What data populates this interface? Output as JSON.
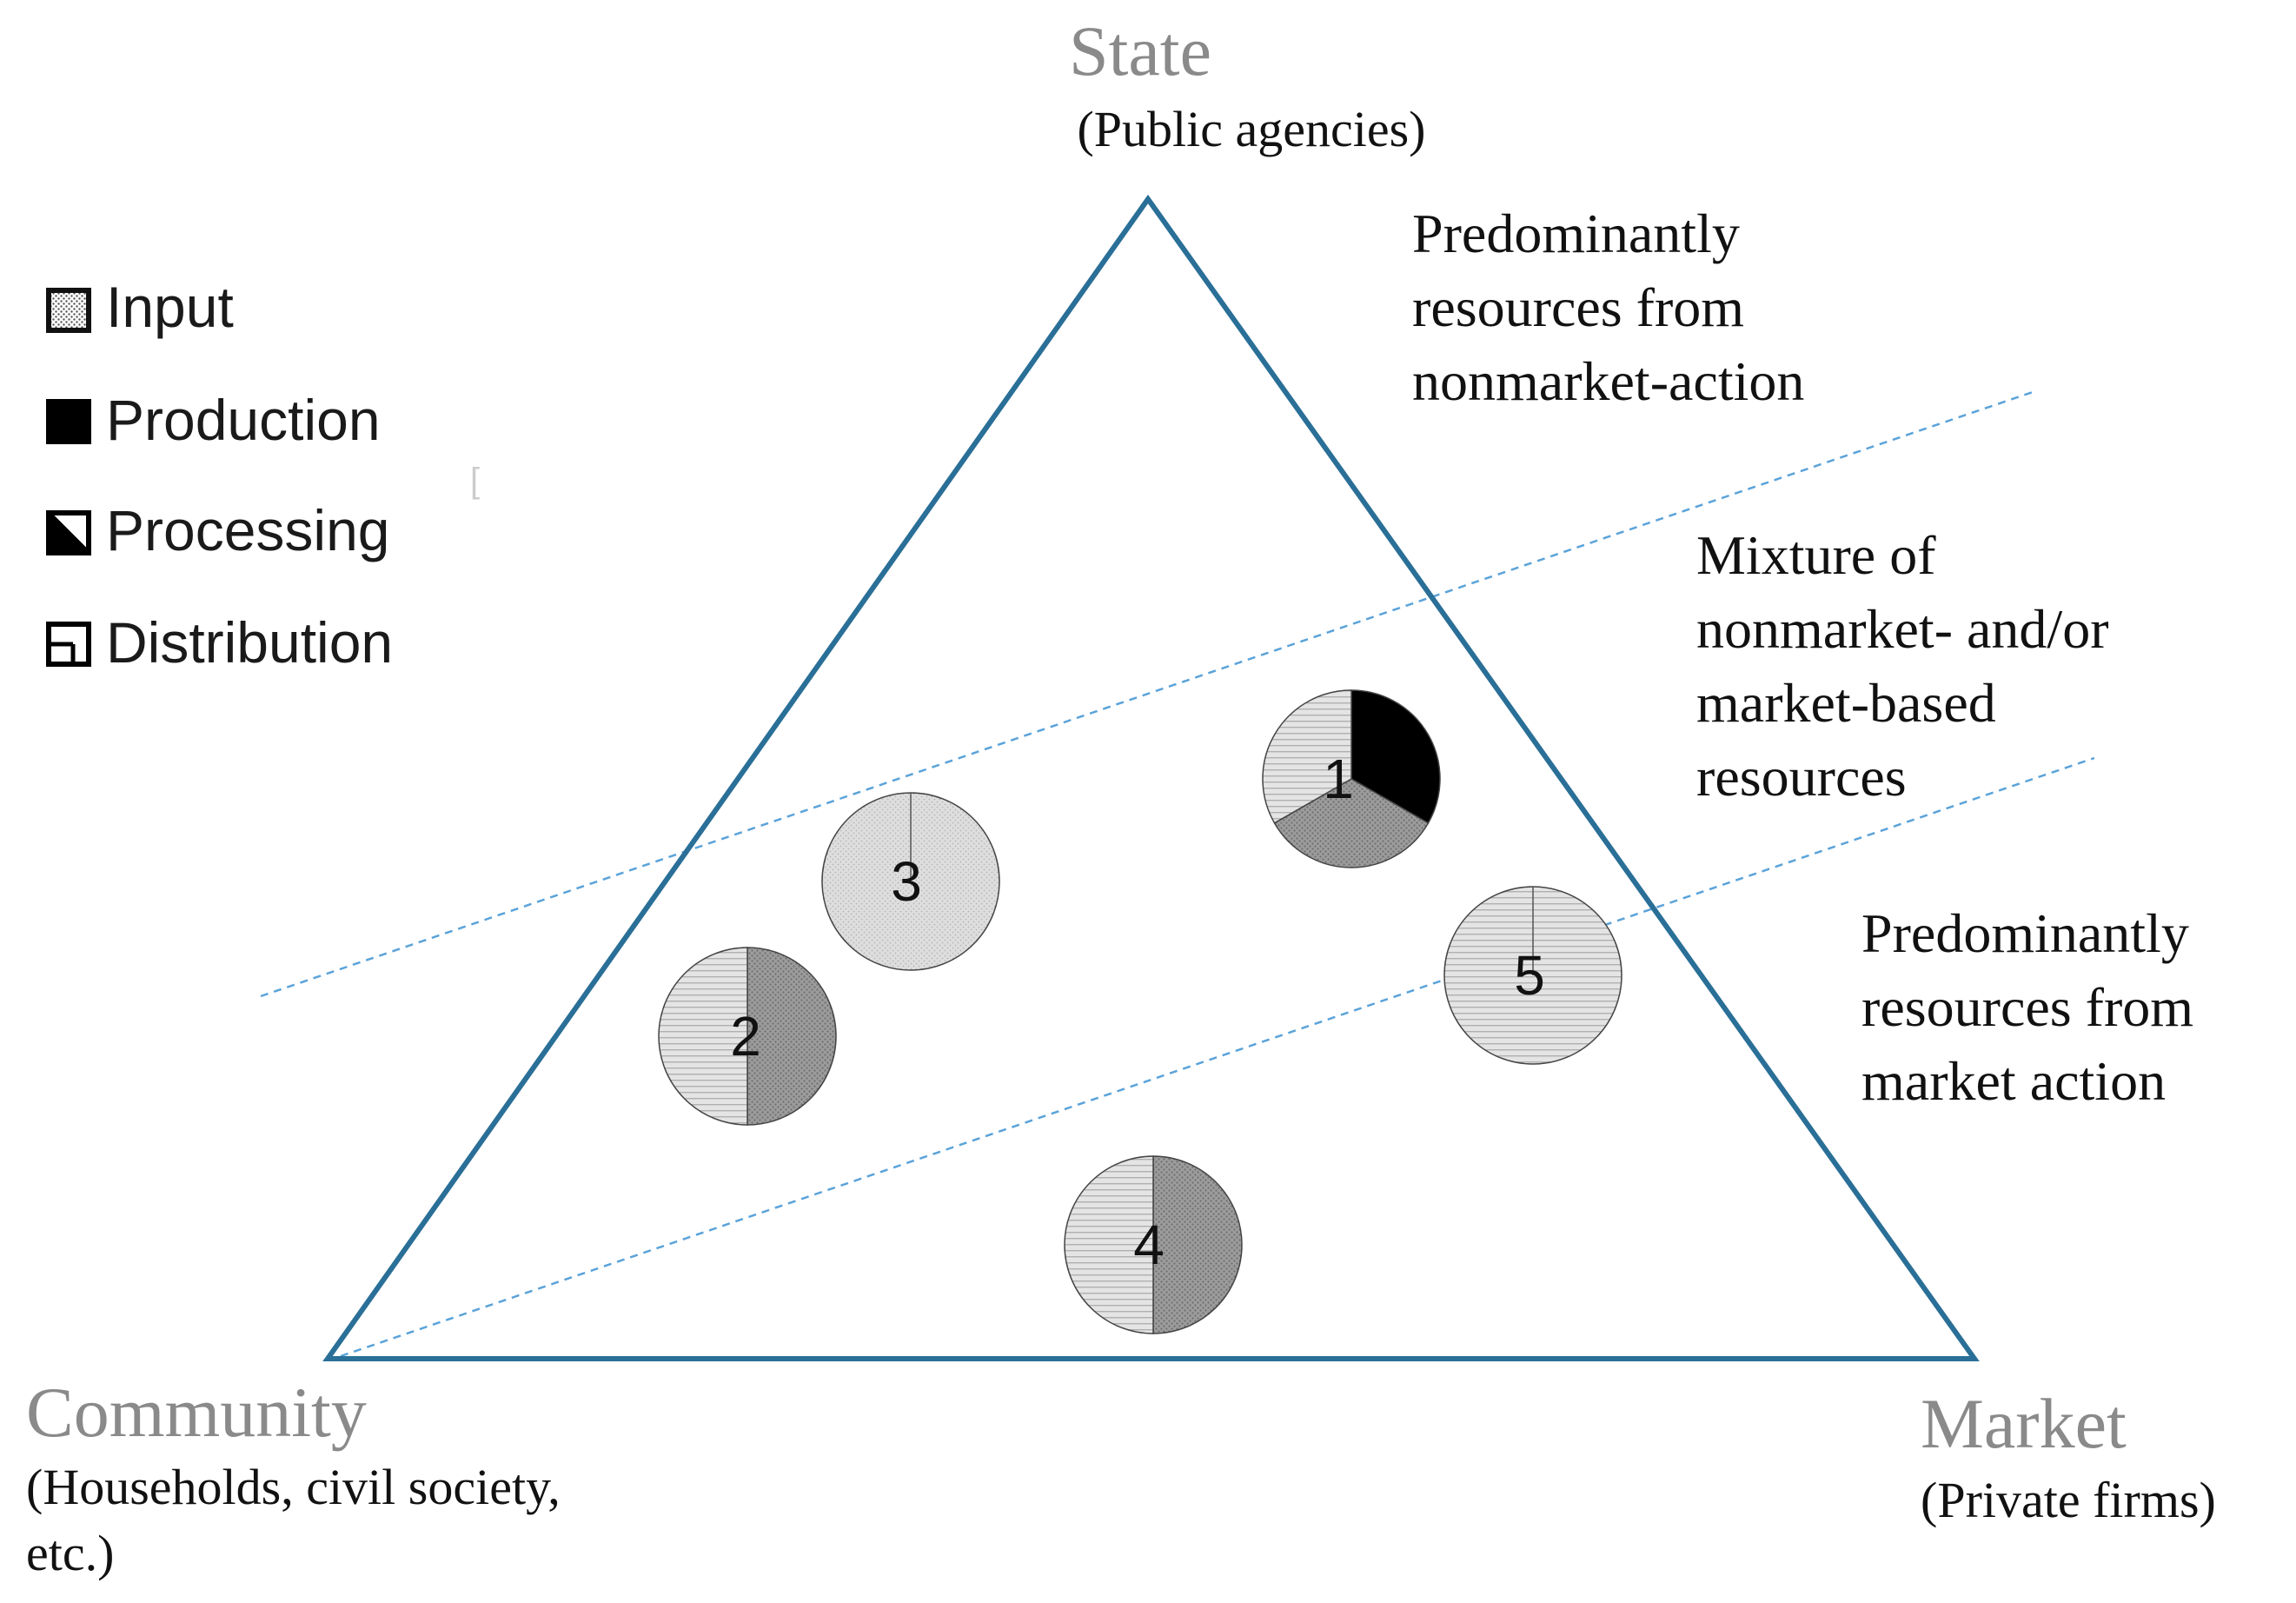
{
  "vertices": {
    "state": {
      "title": "State",
      "subtitle": "(Public agencies)"
    },
    "community": {
      "title": "Community",
      "subtitle_line1": "(Households, civil society,",
      "subtitle_line2": "etc.)"
    },
    "market": {
      "title": "Market",
      "subtitle": "(Private firms)"
    }
  },
  "zones": {
    "nonmarket": [
      "Predominantly",
      "resources from",
      "nonmarket-action"
    ],
    "mixture": [
      "Mixture of",
      "nonmarket- and/or",
      "market-based",
      "resources"
    ],
    "market": [
      "Predominantly",
      "resources from",
      "market action"
    ]
  },
  "legend": [
    {
      "label": "Input",
      "pattern": "dots"
    },
    {
      "label": "Production",
      "pattern": "solid-black"
    },
    {
      "label": "Processing",
      "pattern": "diagonal"
    },
    {
      "label": "Distribution",
      "pattern": "horizontal-lines"
    }
  ],
  "pies": [
    {
      "number": "1",
      "slices": [
        {
          "pattern": "solid-black",
          "fraction": 0.333
        },
        {
          "pattern": "dark-dots",
          "fraction": 0.334
        },
        {
          "pattern": "horizontal-lines",
          "fraction": 0.333
        }
      ]
    },
    {
      "number": "2",
      "slices": [
        {
          "pattern": "dark-dots",
          "fraction": 0.5
        },
        {
          "pattern": "horizontal-lines",
          "fraction": 0.5
        }
      ]
    },
    {
      "number": "3",
      "slices": [
        {
          "pattern": "light-dots",
          "fraction": 1.0
        }
      ]
    },
    {
      "number": "4",
      "slices": [
        {
          "pattern": "dark-dots",
          "fraction": 0.5
        },
        {
          "pattern": "horizontal-lines",
          "fraction": 0.5
        }
      ]
    },
    {
      "number": "5",
      "slices": [
        {
          "pattern": "horizontal-lines",
          "fraction": 1.0
        }
      ]
    }
  ],
  "colors": {
    "triangle": "#2a6f97",
    "divider": "#5ba3d9",
    "vertex_title": "#8a8a8a"
  }
}
